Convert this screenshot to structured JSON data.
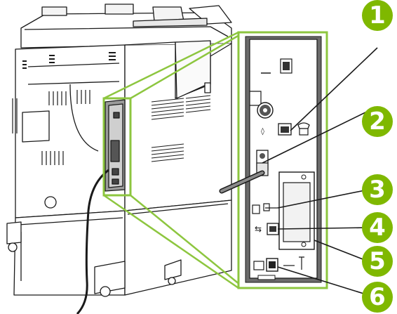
{
  "colors": {
    "callout_fill": "#7fb800",
    "callout_text": "#ffffff",
    "highlight_frame": "#8dc63f",
    "panel_metal": "#6b6b6b",
    "outline": "#1a1a1a"
  },
  "callouts": [
    {
      "number": "1",
      "target": "fax-port"
    },
    {
      "number": "2",
      "target": "interface-cable-port"
    },
    {
      "number": "3",
      "target": "foreign-interface-harness-port"
    },
    {
      "number": "4",
      "target": "usb-port"
    },
    {
      "number": "5",
      "target": "eio-slot"
    },
    {
      "number": "6",
      "target": "network-port"
    }
  ]
}
